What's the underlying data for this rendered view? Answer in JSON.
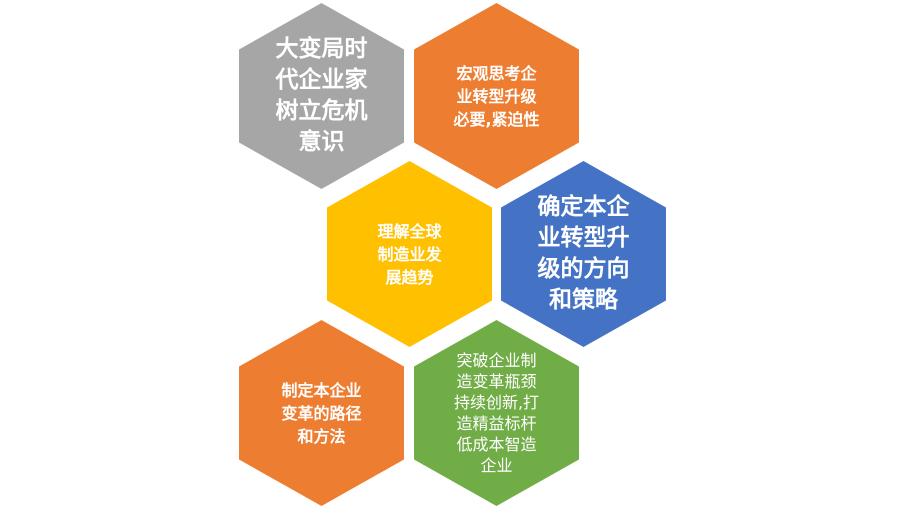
{
  "colors": {
    "gray": "#a6a6a6",
    "orange": "#ed7d31",
    "yellow": "#ffc000",
    "blue": "#4472c4",
    "green": "#70ad47"
  },
  "hexagons": [
    {
      "id": "gray",
      "text": "大变局时\n代企业家\n树立危机\n意识"
    },
    {
      "id": "orange-top",
      "text": "宏观思考企\n业转型升级\n必要,紧迫性"
    },
    {
      "id": "yellow",
      "text": "理解全球\n制造业发\n展趋势"
    },
    {
      "id": "blue",
      "text": "确定本企\n业转型升\n级的方向\n和策略"
    },
    {
      "id": "orange-bottom",
      "text": "制定本企业\n变革的路径\n和方法"
    },
    {
      "id": "green",
      "text": "突破企业制\n造变革瓶颈\n持续创新,打\n造精益标杆\n低成本智造\n企业"
    }
  ]
}
